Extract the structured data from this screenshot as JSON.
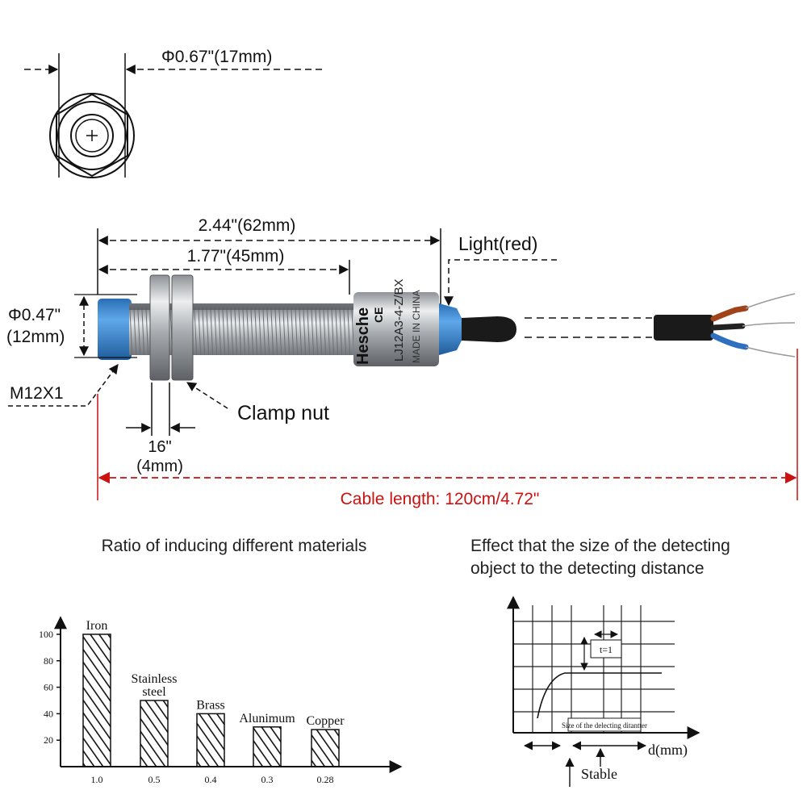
{
  "dimensions": {
    "diameter_outer": "Φ0.67\"(17mm)",
    "length_total": "2.44\"(62mm)",
    "length_thread": "1.77\"(45mm)",
    "diameter_body_line1": "Φ0.47\"",
    "diameter_body_line2": "(12mm)",
    "thread_size": "M12X1",
    "nut_width_line1": "16\"",
    "nut_width_line2": "(4mm)",
    "clamp_nut_label": "Clamp nut",
    "light_label": "Light(red)",
    "cable_length": "Cable length: 120cm/4.72\""
  },
  "sensor_print": {
    "brand": "Hesche",
    "model": "LJ12A3-4-Z/BX",
    "origin": "MADE IN CHINA",
    "ce_mark": "CE"
  },
  "colors": {
    "sensor_cap": "#3d8fd6",
    "cable": "#1a1a1a",
    "wire_brown": "#a0421a",
    "wire_blue": "#2f6fc0",
    "wire_black": "#222222",
    "dimension_red": "#cc1111",
    "metal": "#b9bcbf"
  },
  "materials_chart": {
    "title": "Ratio of inducing different materials",
    "chart_data": {
      "type": "bar",
      "categories": [
        "Iron",
        "Stainless steel",
        "Brass",
        "Alunimum",
        "Copper"
      ],
      "values": [
        100,
        50,
        40,
        30,
        28
      ],
      "ratio_labels": [
        "1.0",
        "0.5",
        "0.4",
        "0.3",
        "0.28"
      ],
      "yticks": [
        "20",
        "40",
        "60",
        "80",
        "100"
      ],
      "ylim": [
        0,
        110
      ]
    }
  },
  "distance_chart": {
    "title_line1": "Effect that the size of the detecting",
    "title_line2": "object to the detecting distance",
    "xlabel": "d(mm)",
    "stable_label": "Stable",
    "inner_label": "Size of the delecting ditantter",
    "t_label": "t=1"
  }
}
